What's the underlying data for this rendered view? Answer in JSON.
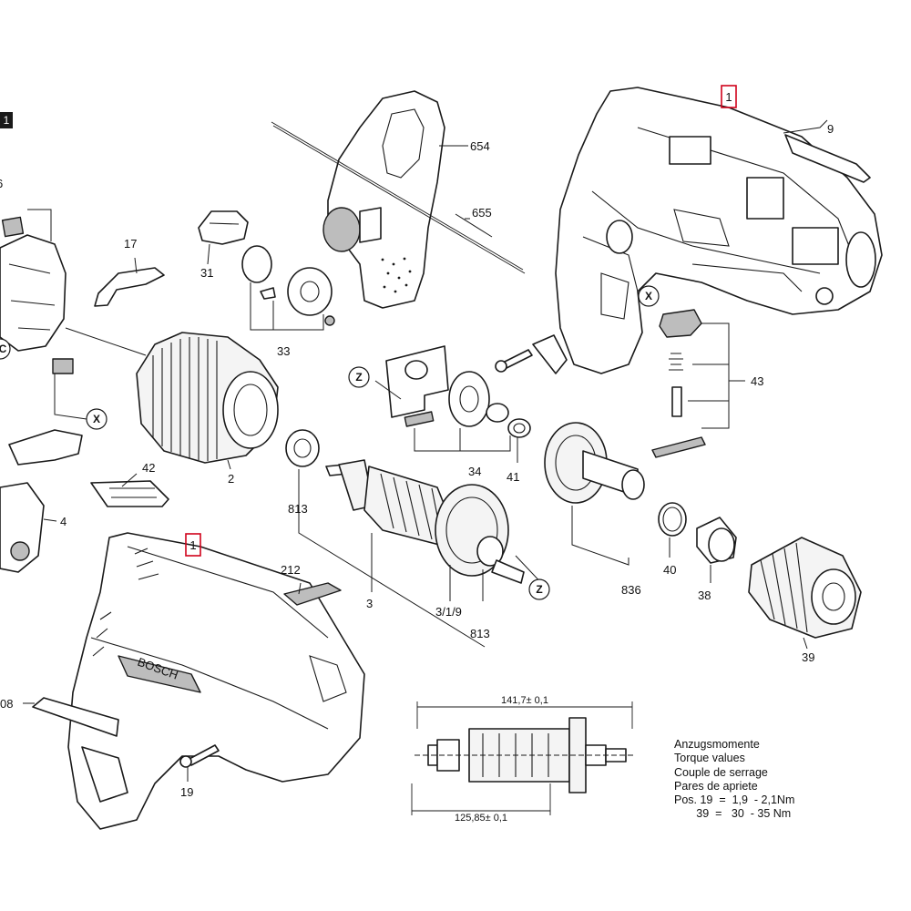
{
  "page_badge": "1",
  "callouts": {
    "p1_top": "1",
    "p9": "9",
    "p654": "654",
    "p655": "655",
    "p17": "17",
    "p31": "31",
    "p33": "33",
    "p43": "43",
    "p2": "2",
    "p34": "34",
    "p41": "41",
    "p42": "42",
    "p4": "4",
    "p813_left": "813",
    "p3": "3",
    "p319": "3/1/9",
    "p813_right": "813",
    "p836": "836",
    "p40": "40",
    "p38": "38",
    "p39": "39",
    "p1_bottom": "1",
    "p212": "212",
    "p08": "08",
    "p19": "19",
    "p6_partial": "6"
  },
  "circle_tags": {
    "x1": "X",
    "x2": "X",
    "z1": "Z",
    "z2": "Z",
    "c1": "C"
  },
  "housing_brand": "BOSCH",
  "dimensions": {
    "overall": "141,7± 0,1",
    "inner": "125,85± 0,1"
  },
  "torque": {
    "lines": [
      "Anzugsmomente",
      "Torque values",
      "Couple de serrage",
      "Pares de apriete"
    ],
    "pos19": "Pos. 19  =  1,9  - 2,1Nm",
    "pos39": "       39  =   30  - 35 Nm"
  },
  "colors": {
    "highlight_box": "#d0021b",
    "line": "#1a1a1a"
  }
}
